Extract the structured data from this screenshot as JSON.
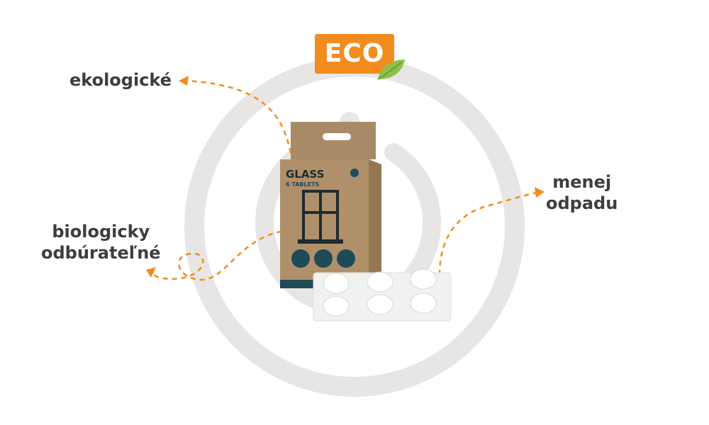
{
  "badge": {
    "text": "ECO",
    "color": "#f28c1e"
  },
  "labels": {
    "ekologicke": "ekologické",
    "bio_line1": "biologicky",
    "bio_line2": "odbúrateľné",
    "menej_line1": "menej",
    "menej_line2": "odpadu"
  },
  "package": {
    "title": "GLASS",
    "subtitle": "6 TABLETS"
  },
  "colors": {
    "accent": "#f28c1e",
    "ring": "#e8e6e4",
    "text": "#3d3d3d",
    "kraft": "#b0906a",
    "teal": "#1f4a57",
    "leaf": "#8cc04b"
  },
  "icons": [
    "power-ring-icon",
    "leaf-icon",
    "window-icon",
    "arrow-icon"
  ]
}
